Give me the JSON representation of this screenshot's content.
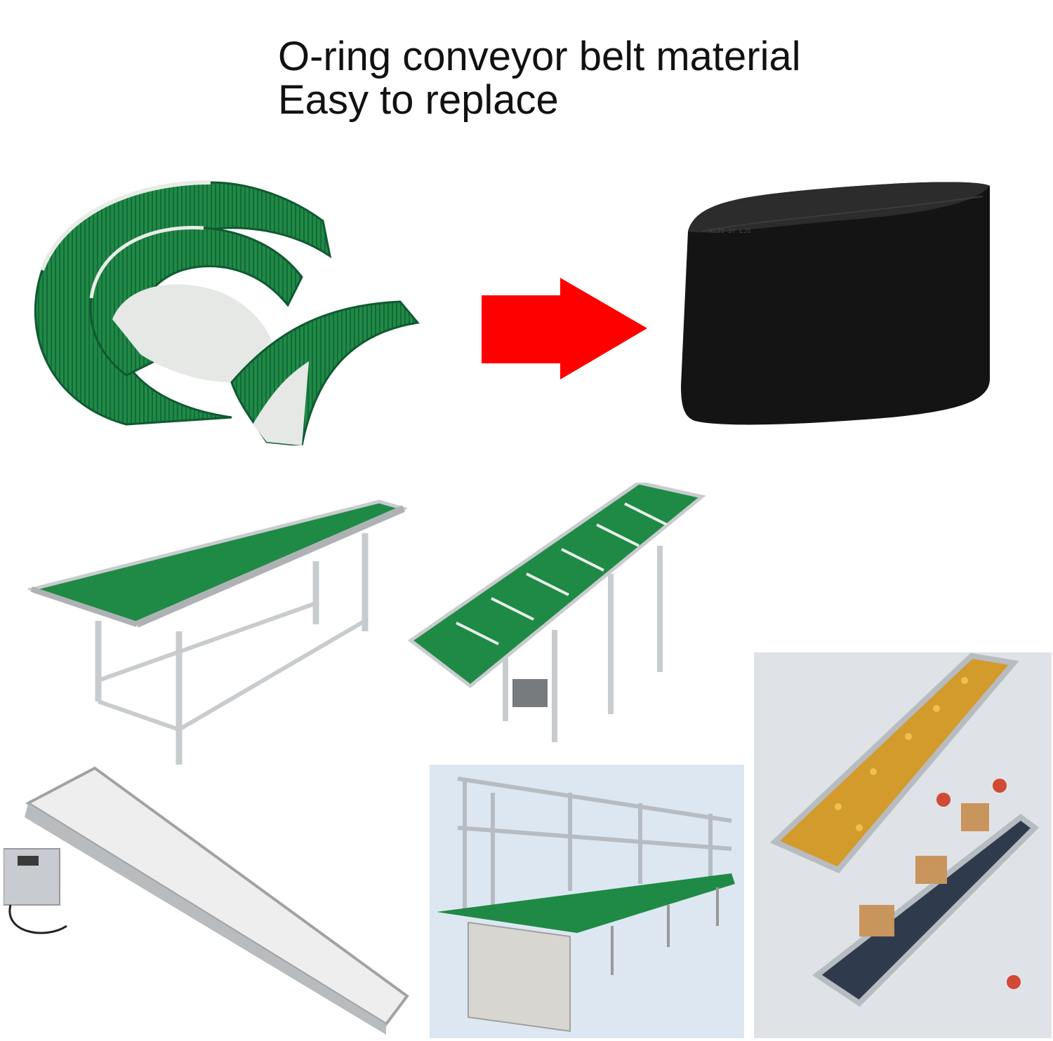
{
  "headline": {
    "line1": "O-ring conveyor belt material",
    "line2": "Easy to replace"
  },
  "colors": {
    "belt_green": "#1f8a45",
    "belt_dark_green": "#14693a",
    "belt_back": "#e8ece6",
    "arrow_red": "#ff0000",
    "oring_black": "#141414",
    "frame_aluminum": "#c9ccce",
    "panel_blue": "#dde7f1",
    "panel_grey": "#dfe3e8"
  },
  "illustrations": [
    {
      "name": "green-belt-roll-image",
      "icon": "belt-roll"
    },
    {
      "name": "replace-arrow-icon",
      "icon": "arrow-right"
    },
    {
      "name": "black-oring-belt-image",
      "icon": "oring-belt"
    },
    {
      "name": "flat-green-conveyor-image",
      "icon": "conveyor-flat"
    },
    {
      "name": "incline-cleated-conveyor-image",
      "icon": "conveyor-incline"
    },
    {
      "name": "white-belt-conveyor-image",
      "icon": "conveyor-white"
    },
    {
      "name": "assembly-line-conveyor-image",
      "icon": "assembly-line"
    },
    {
      "name": "mobile-incline-conveyors-image",
      "icon": "mobile-conveyors"
    }
  ]
}
